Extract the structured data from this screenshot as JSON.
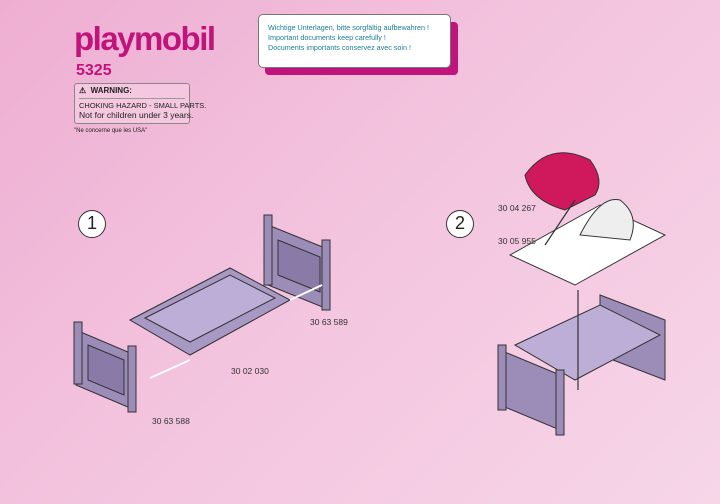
{
  "brand": "playmobil",
  "model_number": "5325",
  "warning": {
    "title": "WARNING:",
    "line1": "CHOKING HAZARD - SMALL PARTS.",
    "line2": "Not for children under 3 years.",
    "footnote": "\"Ne concerne que les USA\""
  },
  "notice": [
    "Wichtige Unterlagen, bitte sorgfältig aufbewahren !",
    "Important documents keep carefully !",
    "Documents importants conservez avec soin !"
  ],
  "steps": [
    {
      "number": "1",
      "parts": [
        "30 63 589",
        "30 02 030",
        "30 63 588"
      ]
    },
    {
      "number": "2",
      "parts": [
        "30 04 267",
        "30 05 955"
      ]
    }
  ],
  "colors": {
    "brand": "#c0147c",
    "bed": "#9c8cb8",
    "blanket": "#d0185c",
    "notice_text": "#1a7e96"
  }
}
